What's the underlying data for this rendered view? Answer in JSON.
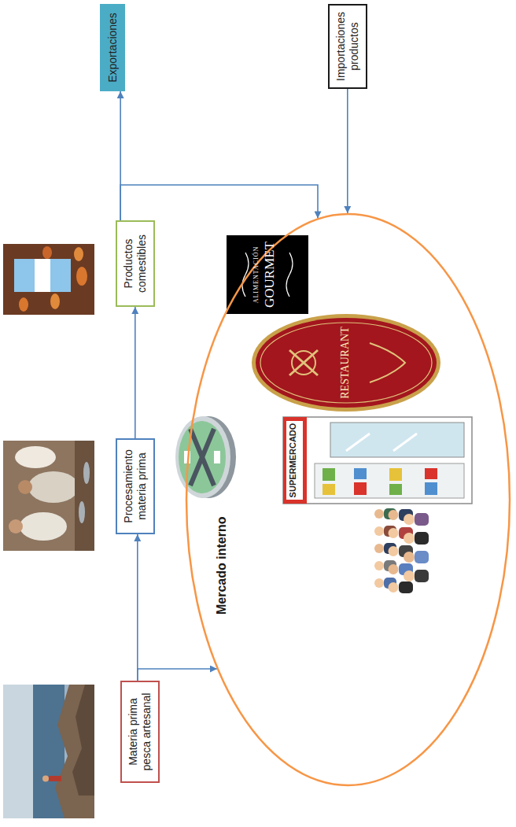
{
  "diagram": {
    "nodes": [
      {
        "text": [
          "Materia prima pesca artesanal"
        ]
      },
      {
        "text": [
          "Procesamiento materia prima"
        ]
      },
      {
        "text": [
          "Productos comestibles"
        ]
      },
      {
        "text": [
          "Exportaciones"
        ]
      },
      {
        "text": [
          "Importaciones productos"
        ]
      },
      {
        "text": [
          "Mercado interno"
        ]
      }
    ],
    "edges": [
      {
        "from": 0,
        "to": 1,
        "arrow": "to"
      },
      {
        "from": 1,
        "to": 2,
        "arrow": "to"
      },
      {
        "from": 2,
        "to": 3,
        "arrow": "to"
      },
      {
        "from": 2,
        "to": 5,
        "arrow": "to"
      },
      {
        "from": 0,
        "to": 5,
        "arrow": "to"
      },
      {
        "from": 4,
        "to": 5,
        "arrow": "to"
      }
    ],
    "labels": [
      "SUPERMERCADO",
      "RESTAURANT",
      "ALIMENTACIÓN",
      "GOURMET"
    ]
  }
}
